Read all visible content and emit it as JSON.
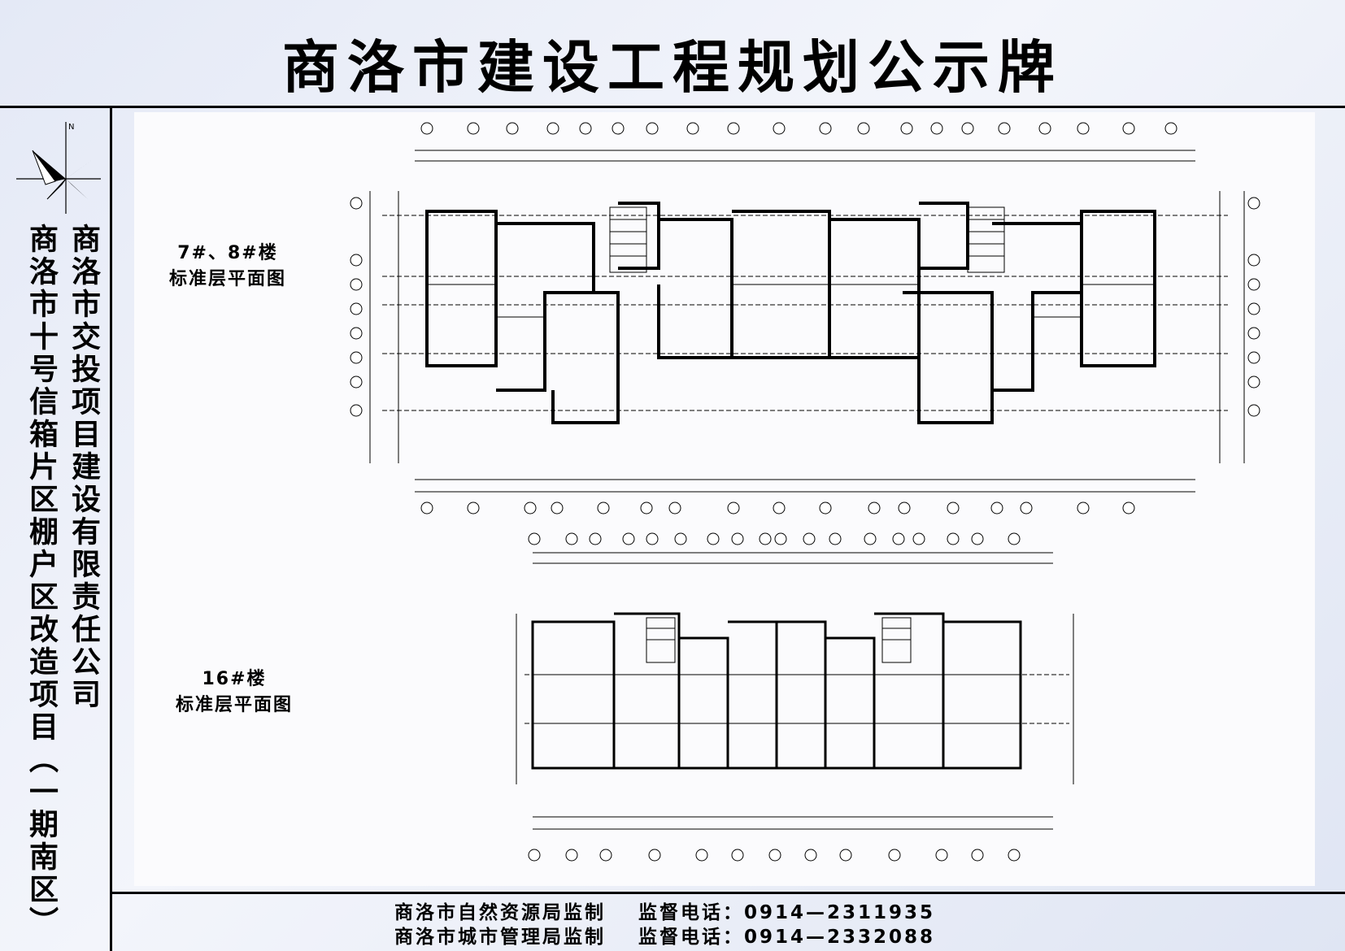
{
  "title": "商洛市建设工程规划公示牌",
  "sidebar": {
    "column_right": "商洛市交投项目建设有限责任公司",
    "column_left": "商洛市十号信箱片区棚户区改造项目（一期南区）"
  },
  "compass": {
    "north_label": "N",
    "icon": "north-arrow-icon"
  },
  "plans": [
    {
      "title": "7#、8#楼",
      "subtitle": "标准层平面图"
    },
    {
      "title": "16#楼",
      "subtitle": "标准层平面图"
    }
  ],
  "footer": [
    {
      "authority": "商洛市自然资源局监制",
      "phone_label": "监督电话：",
      "phone": "0914—2311935"
    },
    {
      "authority": "商洛市城市管理局监制",
      "phone_label": "监督电话：",
      "phone": "0914—2332088"
    }
  ],
  "colors": {
    "background": "#e6ebf6",
    "panel": "#fbfbfd",
    "ink": "#000000"
  }
}
